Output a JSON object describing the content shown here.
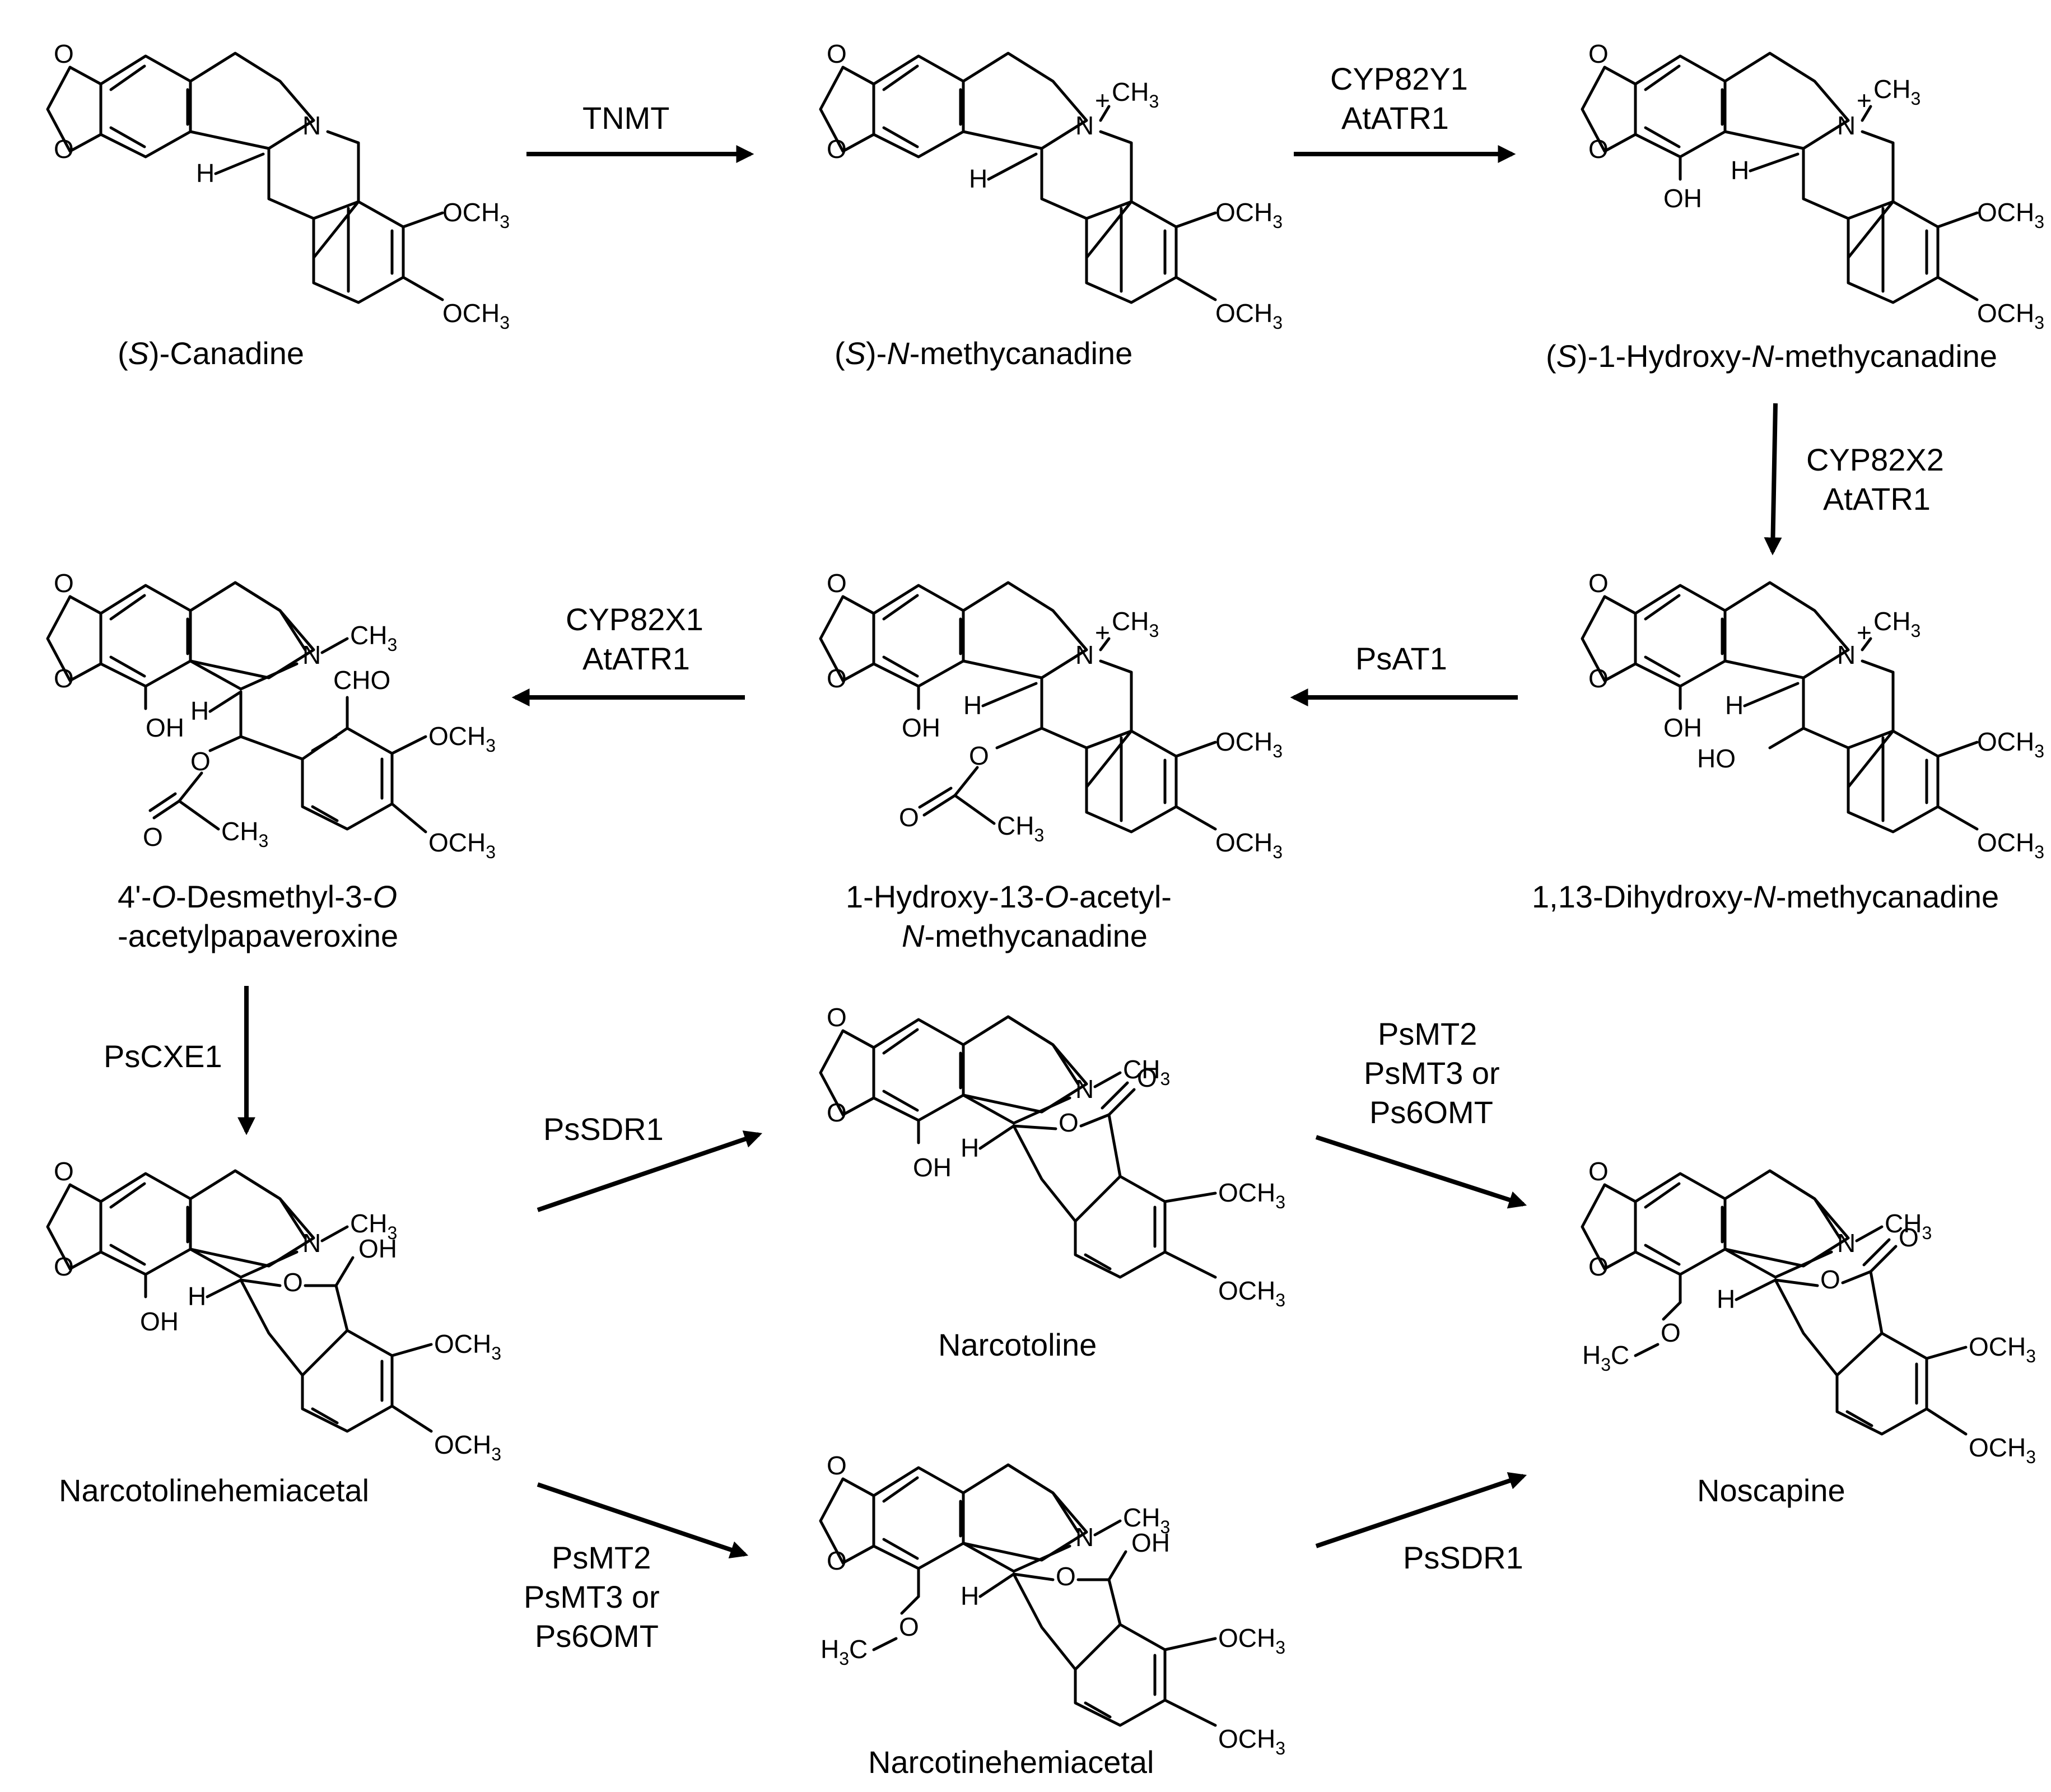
{
  "compounds": {
    "canadine": {
      "pre": "(",
      "s": "S",
      "post": ")-Canadine"
    },
    "n_methylcanadine": {
      "pre": "(",
      "s": "S",
      "mid": ")-",
      "n": "N",
      "post": "-methycanadine"
    },
    "hydroxy_n_methylcanadine": {
      "pre": "(",
      "s": "S",
      "mid": ")-1-Hydroxy-",
      "n": "N",
      "post": "-methycanadine"
    },
    "dihydroxy_n_methylcanadine": {
      "pre": "1,13-Dihydroxy-",
      "n": "N",
      "post": "-methycanadine"
    },
    "hydroxy_acetyl_n_methylcanadine": {
      "line1_pre": "1-Hydroxy-13-",
      "line1_o": "O",
      "line1_post": "-acetyl-",
      "line2_n": "N",
      "line2_post": "-methycanadine"
    },
    "desmethyl_acetylpapaveroxine": {
      "line1_pre": "4'-",
      "line1_o1": "O",
      "line1_mid": "-Desmethyl-3-",
      "line1_o2": "O",
      "line2": "-acetylpapaveroxine"
    },
    "narcotolinehemiacetal": "Narcotolinehemiacetal",
    "narcotoline": "Narcotoline",
    "narcotinehemiacetal": "Narcotinehemiacetal",
    "noscapine": "Noscapine"
  },
  "enzymes": {
    "tnmt": "TNMT",
    "cyp82y1": [
      "CYP82Y1",
      "AtATR1"
    ],
    "cyp82x2": [
      "CYP82X2",
      "AtATR1"
    ],
    "psat1": "PsAT1",
    "cyp82x1": [
      "CYP82X1",
      "AtATR1"
    ],
    "pscxe1": "PsCXE1",
    "pssdr1_upper": "PsSDR1",
    "psmt_upper": [
      "PsMT2",
      "PsMT3 or",
      "Ps6OMT"
    ],
    "psmt_lower": [
      "PsMT2",
      "PsMT3 or",
      "Ps6OMT"
    ],
    "pssdr1_lower": "PsSDR1"
  },
  "atoms": {
    "O": "O",
    "N": "N",
    "H": "H",
    "OH": "OH",
    "HO": "HO",
    "OCH": "OCH",
    "CH": "CH",
    "CHO": "CHO",
    "plus": "+",
    "three": "3",
    "H3C_H": "H",
    "H3C_C": "C"
  },
  "colors": {
    "ink": "#000000",
    "background": "#ffffff"
  }
}
